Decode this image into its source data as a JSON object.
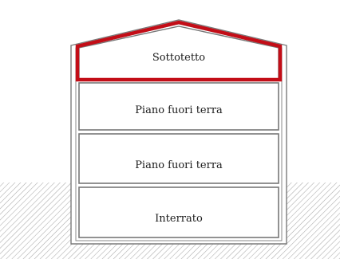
{
  "diagram": {
    "floors": [
      {
        "label": "Sottotetto",
        "highlighted": true
      },
      {
        "label": "Piano fuori terra",
        "highlighted": false
      },
      {
        "label": "Piano fuori terra",
        "highlighted": false
      },
      {
        "label": "Interrato",
        "highlighted": false
      }
    ],
    "colors": {
      "highlight": "#c30d17",
      "wall_outline": "#6f6f6f",
      "ground_hatch": "#9a9a9a",
      "label_text": "#1b1b1b"
    }
  }
}
